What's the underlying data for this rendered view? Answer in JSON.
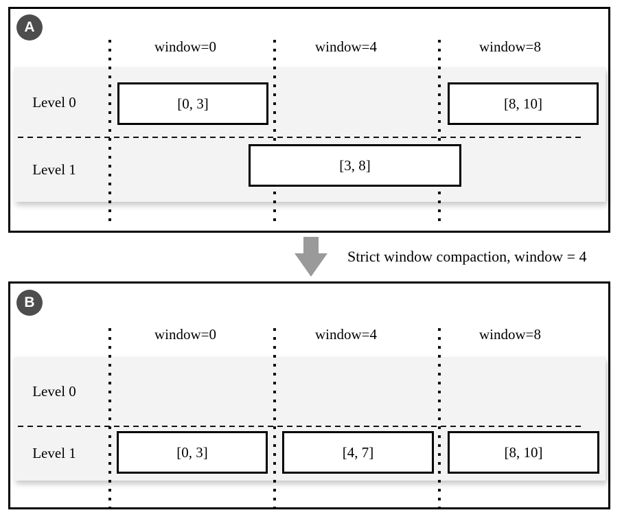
{
  "figure": {
    "arrow_label": "Strict window compaction, window = 4"
  },
  "colors": {
    "badge_background": "#4d4d4d",
    "badge_text": "#ffffff",
    "level_band_background": "#f3f3f3",
    "arrow_gray": "#9a9a9a",
    "line_black": "#111111"
  },
  "panels": [
    {
      "badge": "A",
      "window_labels": [
        "window=0",
        "window=4",
        "window=8"
      ],
      "level_labels": [
        "Level 0",
        "Level 1"
      ],
      "boxes": [
        {
          "label": "[0, 3]",
          "level": "Level 0"
        },
        {
          "label": "[8, 10]",
          "level": "Level 0"
        },
        {
          "label": "[3, 8]",
          "level": "Level 1"
        }
      ]
    },
    {
      "badge": "B",
      "window_labels": [
        "window=0",
        "window=4",
        "window=8"
      ],
      "level_labels": [
        "Level 0",
        "Level 1"
      ],
      "boxes": [
        {
          "label": "[0, 3]",
          "level": "Level 1"
        },
        {
          "label": "[4, 7]",
          "level": "Level 1"
        },
        {
          "label": "[8, 10]",
          "level": "Level 1"
        }
      ]
    }
  ]
}
